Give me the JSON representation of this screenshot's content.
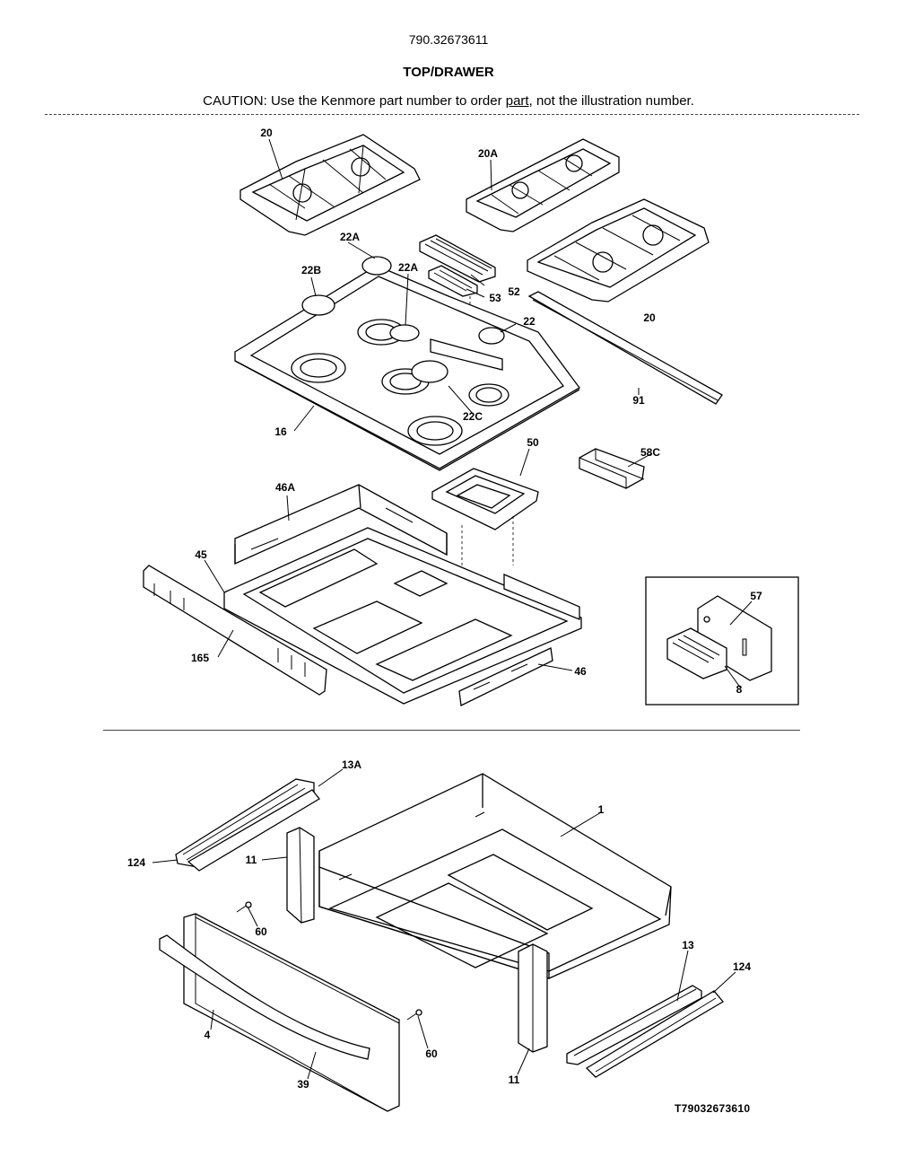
{
  "header": {
    "model_number": "790.32673611",
    "section_title": "TOP/DRAWER",
    "caution_before": "CAUTION: Use the Kenmore part number to order ",
    "caution_underlined": "part",
    "caution_after": ", not the illustration number."
  },
  "callouts": {
    "top": [
      "20",
      "20A",
      "20",
      "22A",
      "22B",
      "22A",
      "52",
      "53",
      "22",
      "91",
      "16",
      "22C",
      "50",
      "58C",
      "46A",
      "45",
      "165",
      "46",
      "57",
      "8"
    ],
    "drawer": [
      "13A",
      "1",
      "124",
      "11",
      "60",
      "13",
      "124",
      "4",
      "39",
      "60",
      "11"
    ]
  },
  "footer": {
    "catalog_code": "T79032673610"
  }
}
